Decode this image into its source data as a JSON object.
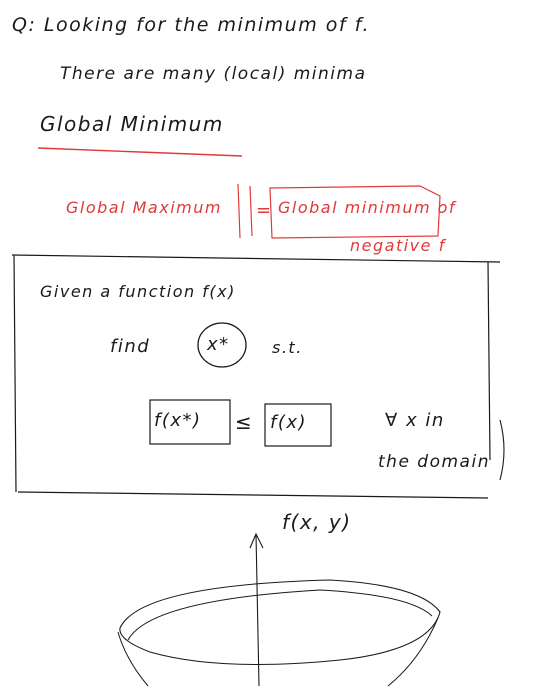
{
  "note": {
    "question": "Q: Looking for the minimum of f.",
    "local_minima": "There are many (local) minima",
    "global_min_heading": "Global Minimum",
    "global_max": "Global Maximum",
    "equals": "=",
    "global_min_of": "Global minimum of",
    "negative_f": "negative f",
    "given": "Given a function f(x)",
    "find": "find",
    "x_star": "x*",
    "st": "s.t.",
    "fx_star": "f(x*)",
    "leq": "≤",
    "fx": "f(x)",
    "forall": "∀ x in",
    "domain": "the domain",
    "fxy": "f(x, y)"
  },
  "colors": {
    "ink": "#1a1a1a",
    "red": "#e03a3a"
  }
}
